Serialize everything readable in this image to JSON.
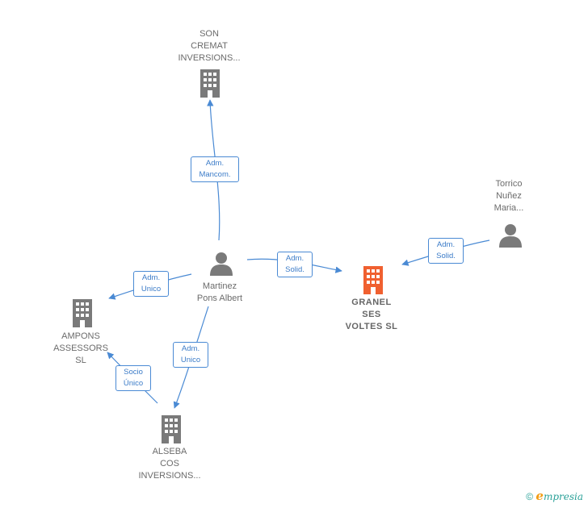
{
  "nodes": {
    "son_cremat": {
      "label": [
        "SON",
        "CREMAT",
        "INVERSIONS..."
      ]
    },
    "torrico": {
      "label": [
        "Torrico",
        "Nuñez",
        "Maria..."
      ]
    },
    "martinez": {
      "label": [
        "Martinez",
        "Pons Albert"
      ]
    },
    "granel": {
      "label": [
        "GRANEL",
        "SES",
        "VOLTES SL"
      ]
    },
    "ampons": {
      "label": [
        "AMPONS",
        "ASSESSORS",
        "SL"
      ]
    },
    "alseba": {
      "label": [
        "ALSEBA",
        "COS",
        "INVERSIONS..."
      ]
    }
  },
  "edges": {
    "adm_mancom": {
      "label": [
        "Adm.",
        "Mancom."
      ]
    },
    "adm_solid_1": {
      "label": [
        "Adm.",
        "Solid."
      ]
    },
    "adm_solid_2": {
      "label": [
        "Adm.",
        "Solid."
      ]
    },
    "adm_unico_1": {
      "label": [
        "Adm.",
        "Unico"
      ]
    },
    "adm_unico_2": {
      "label": [
        "Adm.",
        "Unico"
      ]
    },
    "socio_unico": {
      "label": [
        "Socio",
        "Único"
      ]
    }
  },
  "colors": {
    "edge": "#4a8ad4",
    "building": "#7a7a7a",
    "focus_building": "#f06030",
    "person": "#7a7a7a"
  },
  "footer": {
    "copyright": "©",
    "brand_e": "e",
    "brand_rest": "mpresia"
  }
}
